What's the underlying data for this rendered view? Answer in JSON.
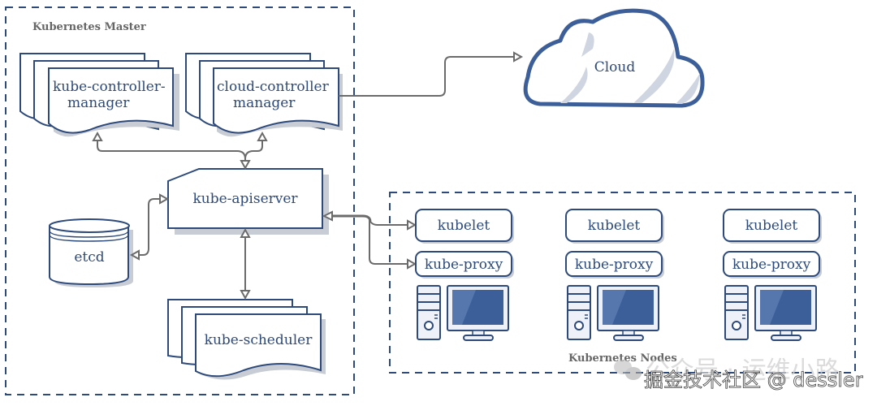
{
  "groups": {
    "master": {
      "label": "Kubernetes Master"
    },
    "nodes": {
      "label": "Kubernetes Nodes"
    }
  },
  "master_components": {
    "kube_controller_manager": {
      "line1": "kube-controller-",
      "line2": "manager"
    },
    "cloud_controller_manager": {
      "line1": "cloud-controller",
      "line2": "manager"
    },
    "kube_apiserver": {
      "label": "kube-apiserver"
    },
    "etcd": {
      "label": "etcd"
    },
    "kube_scheduler": {
      "label": "kube-scheduler"
    }
  },
  "cloud": {
    "label": "Cloud"
  },
  "worker_nodes": [
    {
      "kubelet": "kubelet",
      "proxy": "kube-proxy"
    },
    {
      "kubelet": "kubelet",
      "proxy": "kube-proxy"
    },
    {
      "kubelet": "kubelet",
      "proxy": "kube-proxy"
    }
  ],
  "watermarks": {
    "wechat": "公众号 · 运维小路",
    "juejin": "掘金技术社区 @ dessler"
  },
  "colors": {
    "primary": "#2d4a7a",
    "connector": "#6b6b6b",
    "monitor_screen": "#3d5f99"
  }
}
